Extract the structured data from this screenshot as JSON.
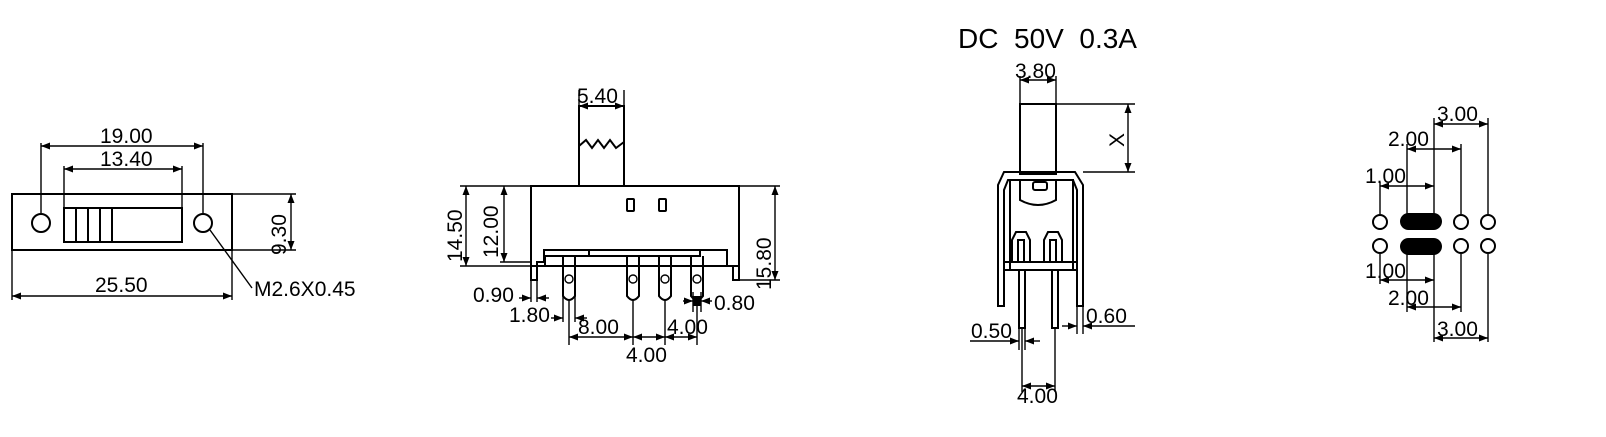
{
  "rating": "DC  50V  0.3A",
  "front_view": {
    "dim_overall_width": "25.50",
    "dim_hole_spacing": "19.00",
    "dim_slot_length": "13.40",
    "dim_height": "9.30",
    "screw_spec": "M2.6X0.45"
  },
  "side_view": {
    "dim_actuator_width": "5.40",
    "dim_body_height": "14.50",
    "dim_inner_height": "12.00",
    "dim_total_height": "15.80",
    "dim_lead_thickness": "0.90",
    "dim_edge_to_pin": "1.80",
    "dim_pin_span": "8.00",
    "dim_pin_pitch_a": "4.00",
    "dim_pin_pitch_b": "4.00",
    "dim_pin_width": "0.80"
  },
  "end_view": {
    "dim_actuator_width": "3.80",
    "dim_actuator_height": "X",
    "dim_pin_thickness_left": "0.50",
    "dim_pin_thickness_right": "0.60",
    "dim_pin_spacing": "4.00"
  },
  "pcb_layout": {
    "dim_top_outer": "3.00",
    "dim_top_mid": "2.00",
    "dim_top_inner": "1.00",
    "dim_bottom_inner": "1.00",
    "dim_bottom_mid": "2.00",
    "dim_bottom_outer": "3.00"
  }
}
